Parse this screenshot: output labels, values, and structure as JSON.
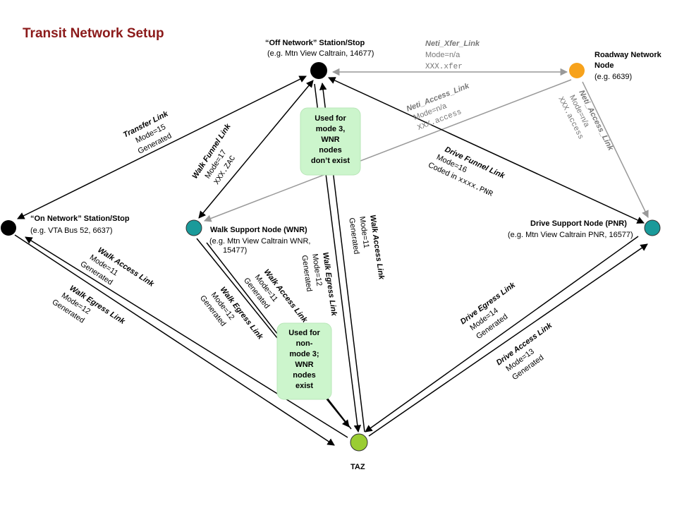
{
  "title": "Transit Network Setup",
  "colors": {
    "title": "#8b1a1a",
    "black_node": "#000000",
    "orange_node": "#f7a21b",
    "teal_node": "#1a9a9a",
    "green_node": "#9acd32",
    "note_box": "#ccf5cc",
    "gray_link": "#999999"
  },
  "nodes": {
    "off_network": {
      "title": "“Off Network” Station/Stop",
      "example": "(e.g. Mtn View Caltrain, 14677)"
    },
    "roadway": {
      "line1": "Roadway Network",
      "line2": "Node",
      "example": "(e.g. 6639)"
    },
    "on_network": {
      "title": "“On Network” Station/Stop",
      "example": "(e.g. VTA Bus 52, 6637)"
    },
    "wnr": {
      "title": "Walk Support Node (WNR)",
      "example1": "(e.g. Mtn View Caltrain WNR,",
      "example2": "15477)"
    },
    "pnr": {
      "title": "Drive Support Node (PNR)",
      "example": "(e.g. Mtn View Caltrain PNR, 16577)"
    },
    "taz": {
      "title": "TAZ"
    }
  },
  "links": {
    "xfer": {
      "name": "Neti_Xfer_Link",
      "mode": "Mode=n/a",
      "code": "XXX.xfer"
    },
    "access_diag": {
      "name": "Neti_Access_Link",
      "mode": "Mode=n/a",
      "code": "XXX.access"
    },
    "access_right": {
      "name": "Neti_Access_Link",
      "mode": "Mode=n/a",
      "code": "XXX.access"
    },
    "transfer": {
      "name": "Transfer Link",
      "mode": "Mode=15",
      "gen": "Generated"
    },
    "walk_funnel": {
      "name": "Walk Funnel Link",
      "mode": "Mode=17",
      "code": "XXX.ZAC"
    },
    "drive_funnel": {
      "name": "Drive Funnel Link",
      "mode": "Mode=16",
      "code_prefix": "Coded in ",
      "code": "xxxx.PNR"
    },
    "walk_access_left": {
      "name": "Walk Access Link",
      "mode": "Mode=11",
      "gen": "Generated"
    },
    "walk_egress_left": {
      "name": "Walk Egress Link",
      "mode": "Mode=12",
      "gen": "Generated"
    },
    "walk_access_mid": {
      "name": "Walk Access Link",
      "mode": "Mode=11",
      "gen": "Generated"
    },
    "walk_egress_mid": {
      "name": "Walk Egress Link",
      "mode": "Mode=12",
      "gen": "Generated"
    },
    "walk_egress_center": {
      "name": "Walk Egress Link",
      "mode": "Mode=12",
      "gen": "Generated"
    },
    "walk_access_center": {
      "name": "Walk Access Link",
      "mode": "Mode=11",
      "gen": "Generated"
    },
    "drive_egress": {
      "name": "Drive Egress Link",
      "mode": "Mode=14",
      "gen": "Generated"
    },
    "drive_access": {
      "name": "Drive Access Link",
      "mode": "Mode=13",
      "gen": "Generated"
    }
  },
  "notes": {
    "mode3": [
      "Used for",
      "mode 3,",
      "WNR",
      "nodes",
      "don’t exist"
    ],
    "non_mode3": [
      "Used for",
      "non-",
      "mode 3;",
      "WNR",
      "nodes",
      "exist"
    ]
  }
}
